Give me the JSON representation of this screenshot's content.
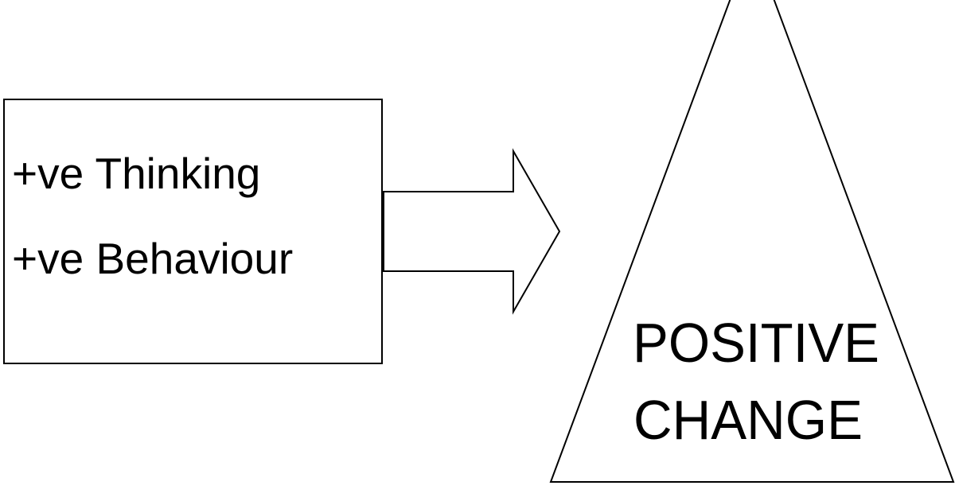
{
  "box": {
    "line1": "+ve Thinking",
    "line2": "+ve Behaviour"
  },
  "triangle": {
    "line1": "POSITIVE",
    "line2": "CHANGE"
  },
  "colors": {
    "stroke": "#000000",
    "fill": "#ffffff",
    "text": "#000000"
  }
}
